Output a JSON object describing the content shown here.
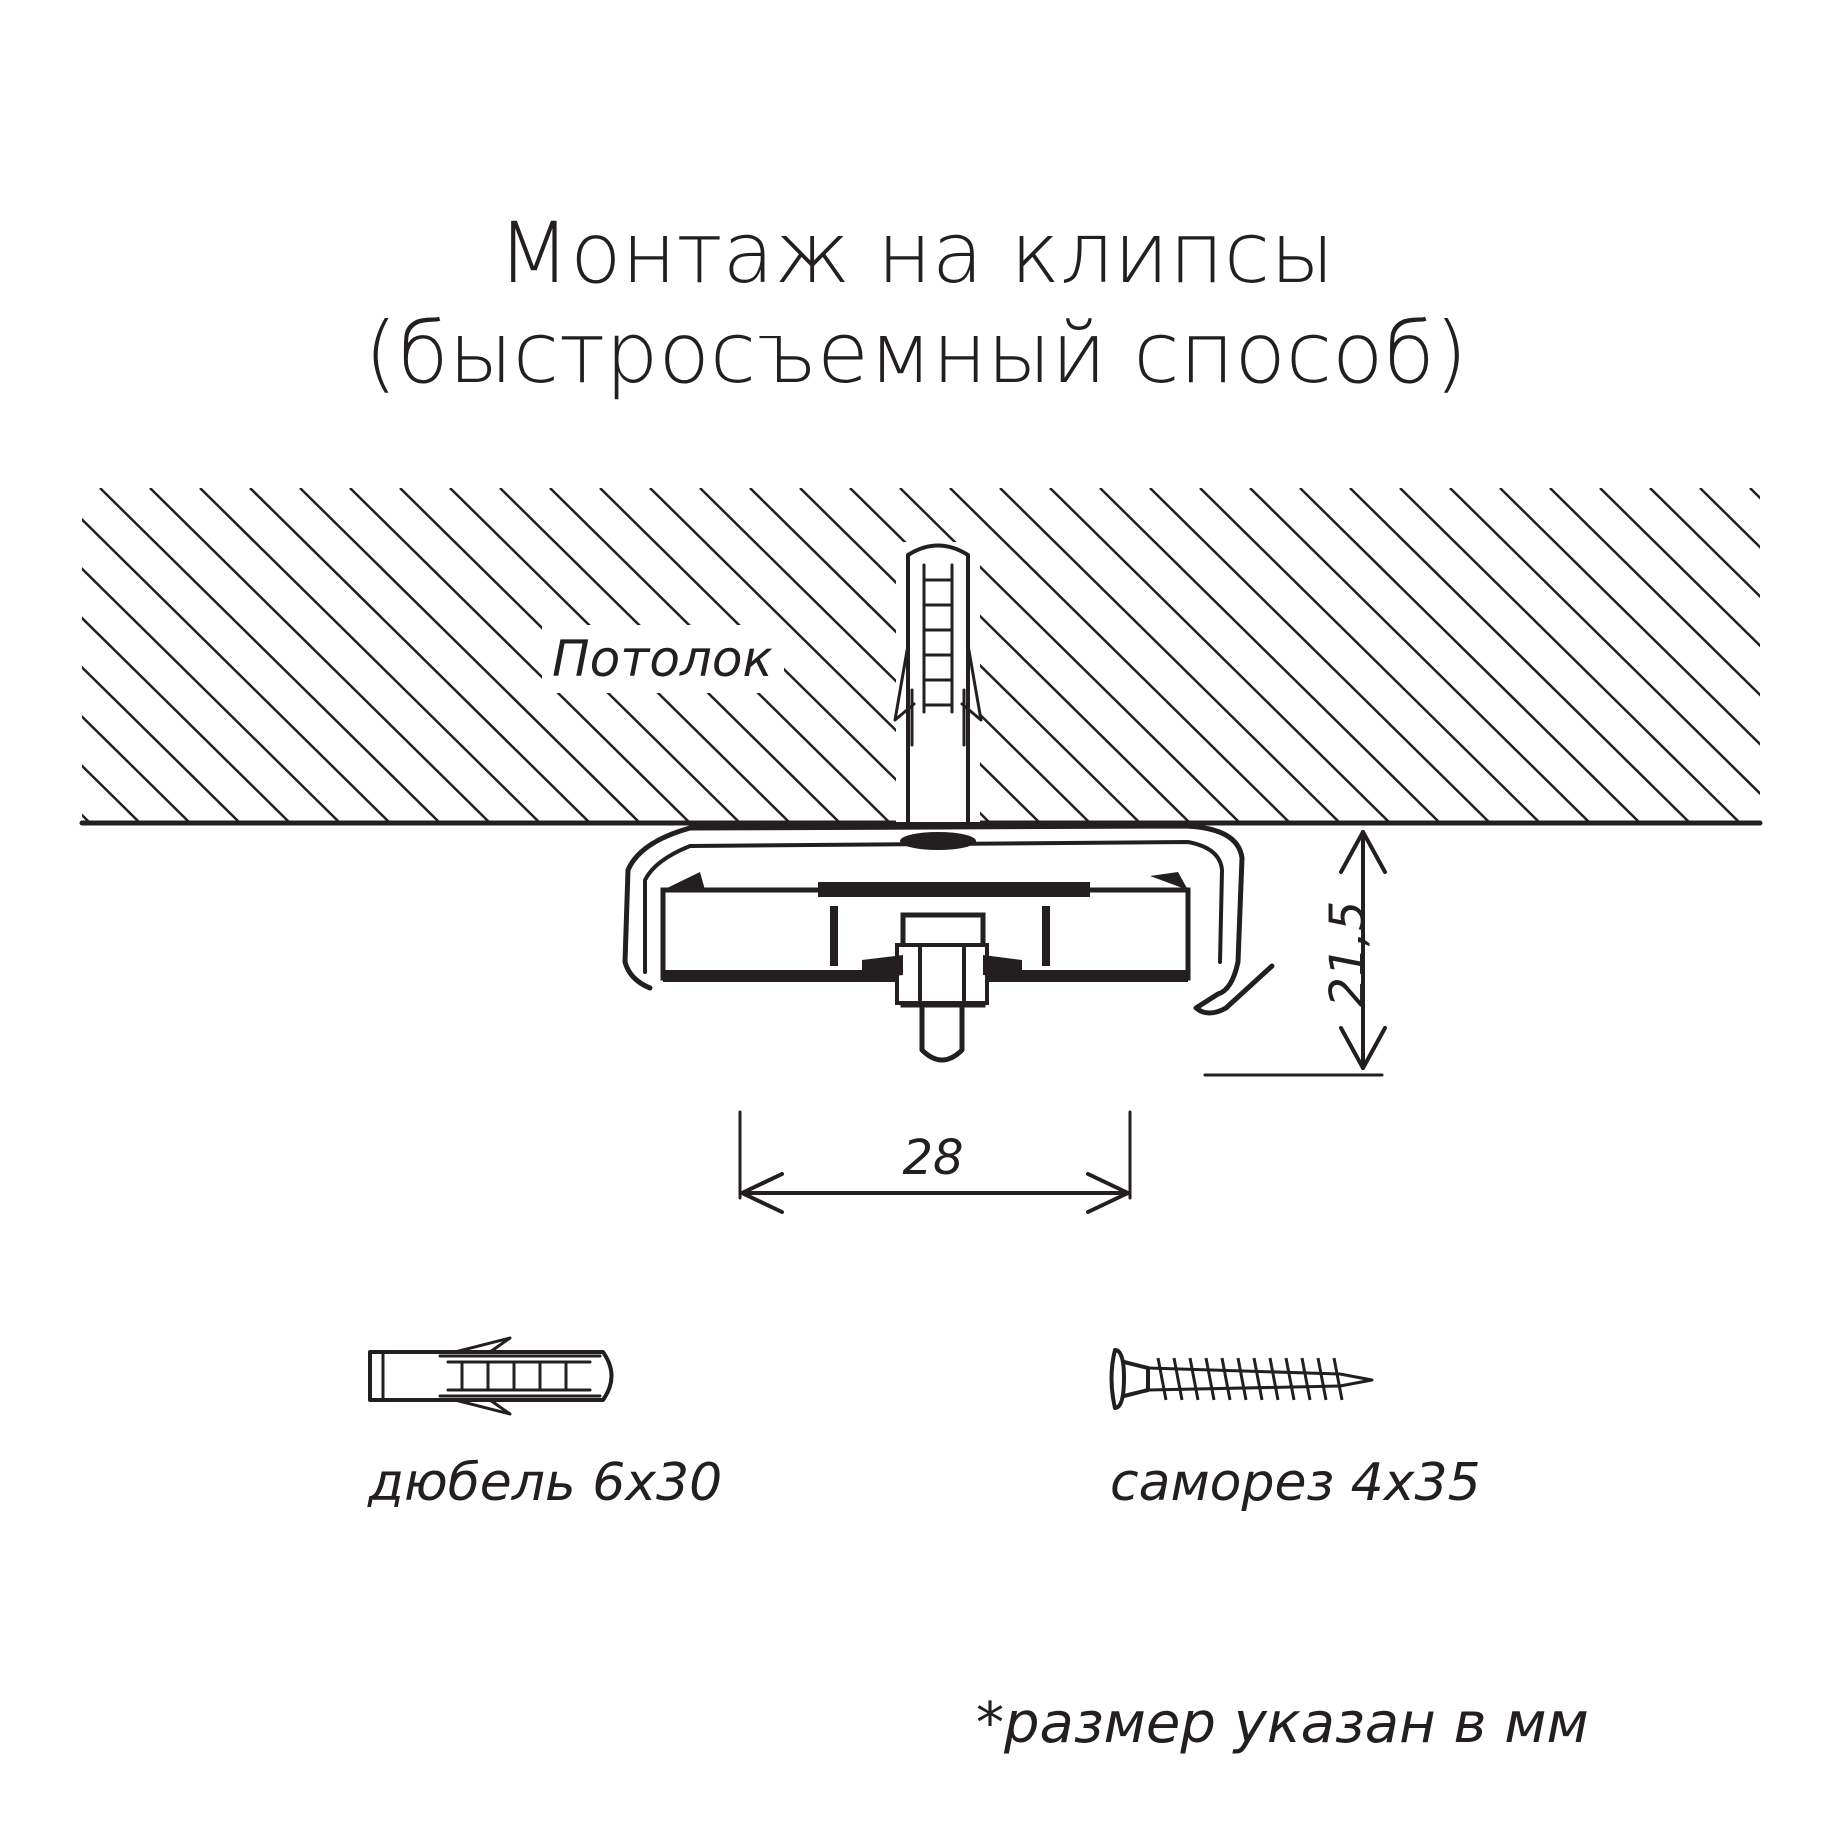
{
  "title": {
    "line1": "Монтаж на клипсы",
    "line2": "(быстросъемный способ)"
  },
  "ceiling": {
    "label": "Потолок"
  },
  "dimensions": {
    "height_label": "21,5",
    "width_label": "28"
  },
  "hardware": {
    "dowel_label": "дюбель 6х30",
    "screw_label": "саморез 4х35"
  },
  "footnote": "*размер указан в мм",
  "colors": {
    "ink": "#231f20",
    "background": "#ffffff"
  }
}
